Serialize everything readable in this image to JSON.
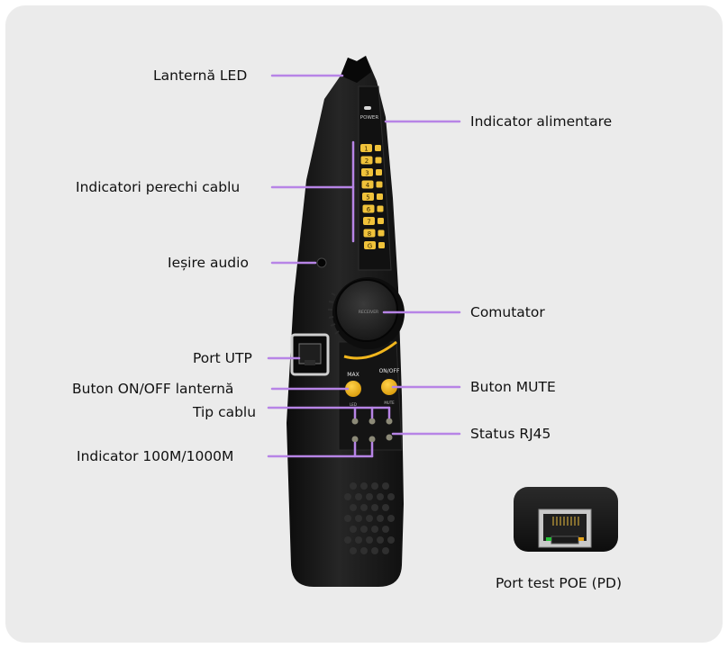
{
  "labels": {
    "led_flashlight": "Lanternă LED",
    "power_indicator": "Indicator alimentare",
    "pair_indicators": "Indicatori perechi cablu",
    "audio_out": "Ieșire audio",
    "switch": "Comutator",
    "utp_port": "Port UTP",
    "mute_button": "Buton MUTE",
    "flashlight_button": "Buton ON/OFF lanternă",
    "cable_type": "Tip cablu",
    "rj45_status": "Status RJ45",
    "speed_indicator": "Indicator 100M/1000M",
    "poe_port": "Port test POE (PD)"
  },
  "device": {
    "power_text": "POWER",
    "pair_numbers": [
      "1",
      "2",
      "3",
      "4",
      "5",
      "6",
      "7",
      "8",
      "G"
    ],
    "dial_text": "RECEIVER",
    "max_text": "MAX",
    "onoff_text": "ON/OFF",
    "btn_left_text": "LED",
    "btn_right_text": "MUTE"
  },
  "colors": {
    "leader": "#b784e6",
    "led": "#f0c23a",
    "button": "#f2b71d",
    "body": "#1b1b1b"
  }
}
